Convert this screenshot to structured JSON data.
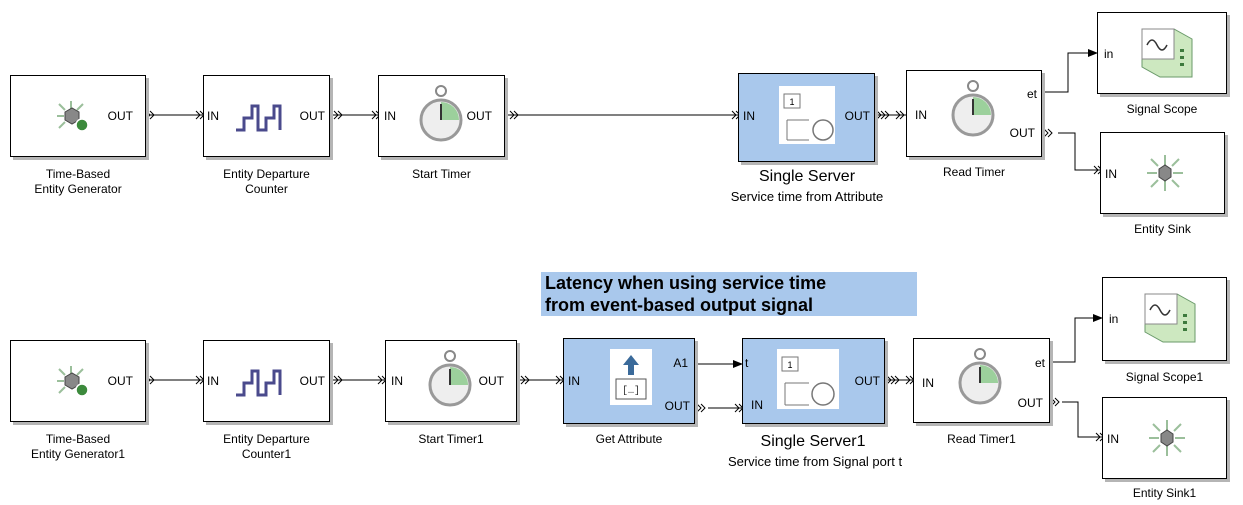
{
  "row1": {
    "generator": {
      "label1": "Time-Based",
      "label2": "Entity Generator",
      "out": "OUT"
    },
    "counter": {
      "label1": "Entity Departure",
      "label2": "Counter",
      "in": "IN",
      "out": "OUT"
    },
    "start_timer": {
      "label": "Start Timer",
      "in": "IN",
      "out": "OUT"
    },
    "server": {
      "title": "Single Server",
      "subtitle": "Service time from Attribute",
      "in": "IN",
      "out": "OUT",
      "icon_value": "1"
    },
    "read_timer": {
      "label": "Read Timer",
      "in": "IN",
      "et": "et",
      "out": "OUT"
    },
    "scope": {
      "label": "Signal Scope",
      "in": "in"
    },
    "sink": {
      "label": "Entity Sink",
      "in": "IN"
    }
  },
  "annotation": {
    "line1": "Latency when using service time",
    "line2": "from event-based output signal"
  },
  "row2": {
    "generator": {
      "label1": "Time-Based",
      "label2": "Entity Generator1",
      "out": "OUT"
    },
    "counter": {
      "label1": "Entity Departure",
      "label2": "Counter1",
      "in": "IN",
      "out": "OUT"
    },
    "start_timer": {
      "label": "Start Timer1",
      "in": "IN",
      "out": "OUT"
    },
    "get_attribute": {
      "label": "Get Attribute",
      "in": "IN",
      "a1": "A1",
      "out": "OUT"
    },
    "server": {
      "title": "Single Server1",
      "subtitle": "Service time from Signal port t",
      "t": "t",
      "in": "IN",
      "out": "OUT",
      "icon_value": "1"
    },
    "read_timer": {
      "label": "Read Timer1",
      "in": "IN",
      "et": "et",
      "out": "OUT"
    },
    "scope": {
      "label": "Signal Scope1",
      "in": "in"
    },
    "sink": {
      "label": "Entity Sink1",
      "in": "IN"
    }
  },
  "colors": {
    "highlight": "#a9c8ec",
    "stair_icon": "#4a4a8c"
  }
}
